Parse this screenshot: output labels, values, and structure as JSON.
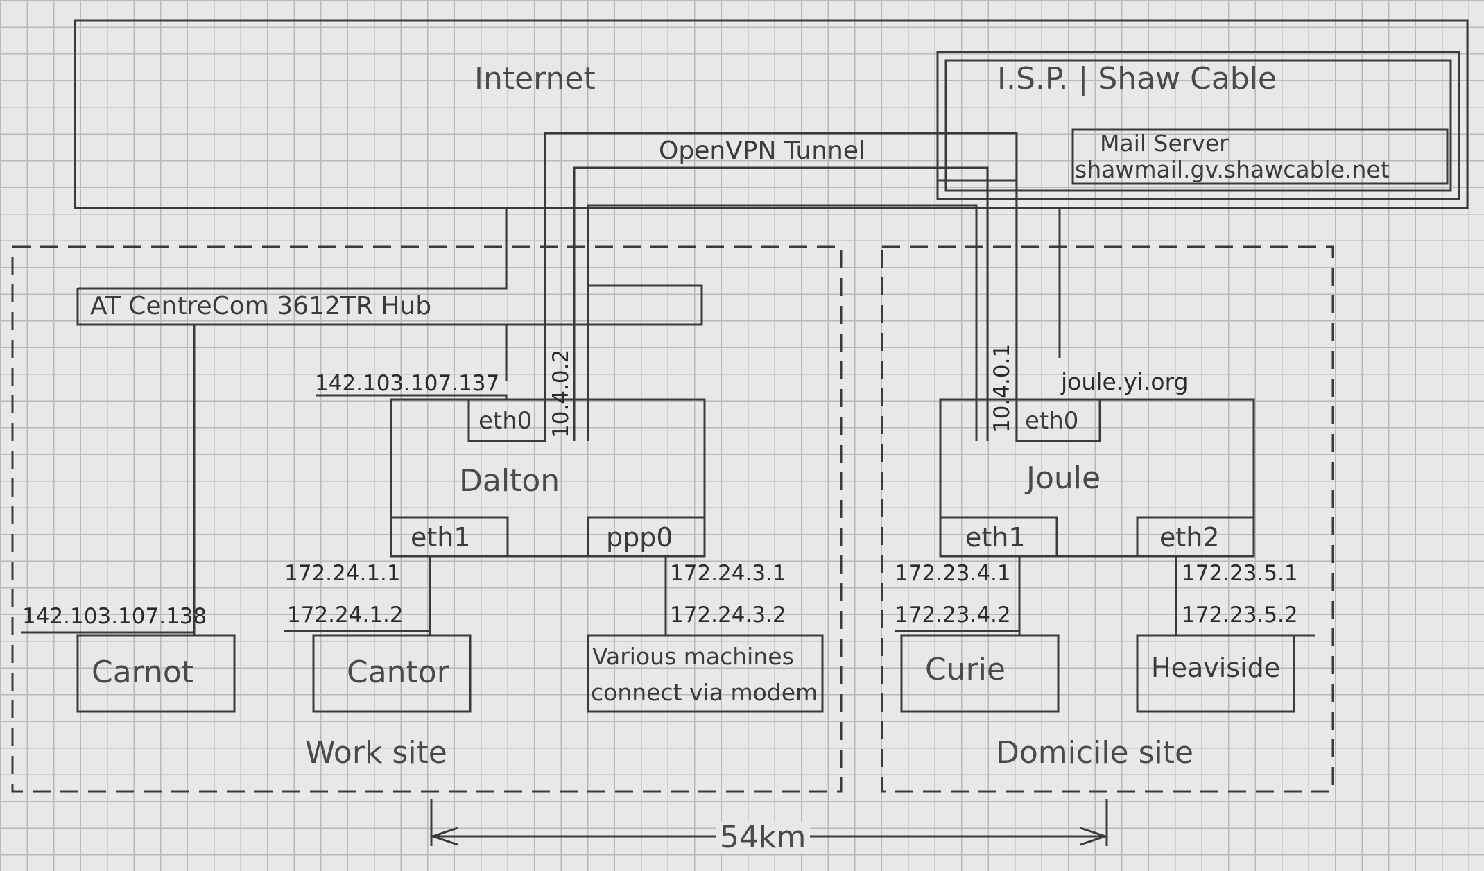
{
  "labels": {
    "internet": "Internet",
    "isp": "I.S.P. | Shaw Cable",
    "mail_server": "Mail Server",
    "mail_host": "shawmail.gv.shawcable.net",
    "tunnel": "OpenVPN Tunnel",
    "hub": "AT CentreCom 3612TR Hub",
    "dalton": "Dalton",
    "joule": "Joule",
    "carnot": "Carnot",
    "cantor": "Cantor",
    "modem": "Various machines",
    "modem2": "connect via modem",
    "curie": "Curie",
    "heaviside": "Heaviside",
    "work_site": "Work site",
    "domicile_site": "Domicile site",
    "distance": "54km"
  },
  "interfaces": {
    "dalton_eth0": "eth0",
    "dalton_eth1": "eth1",
    "dalton_ppp0": "ppp0",
    "joule_eth0": "eth0",
    "joule_eth1": "eth1",
    "joule_eth2": "eth2"
  },
  "addresses": {
    "dalton_public": "142.103.107.137",
    "carnot_public": "142.103.107.138",
    "dalton_tun": "10.4.0.2",
    "joule_tun": "10.4.0.1",
    "joule_host": "joule.yi.org",
    "eth1_work_gw": "172.24.1.1",
    "eth1_work_cantor": "172.24.1.2",
    "ppp_gw": "172.24.3.1",
    "ppp_client": "172.24.3.2",
    "curie_gw": "172.23.4.1",
    "curie": "172.23.4.2",
    "heavi_gw": "172.23.5.1",
    "heavi": "172.23.5.2"
  }
}
